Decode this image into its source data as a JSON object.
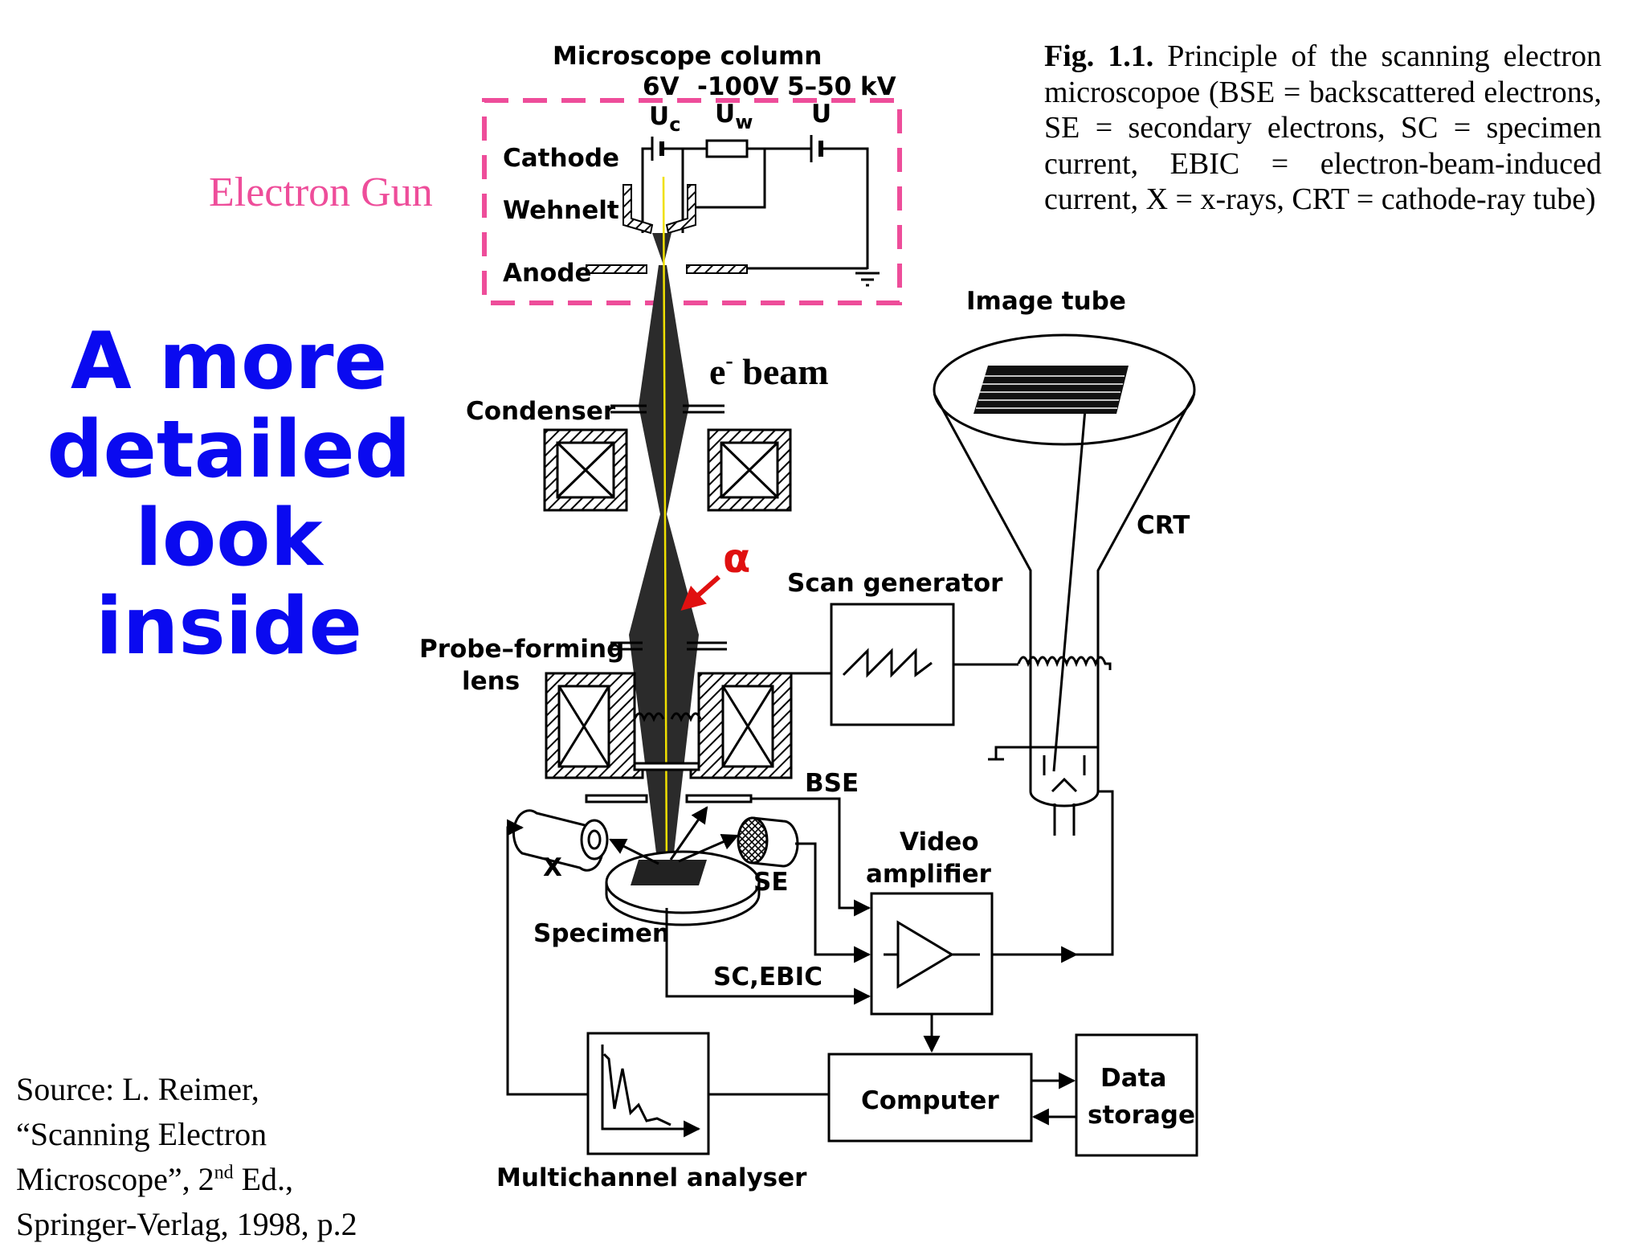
{
  "headline": {
    "line1": "A more",
    "line2": "detailed",
    "line3": "look",
    "line4": "inside"
  },
  "electron_gun_label": "Electron Gun",
  "caption": {
    "fig_label": "Fig.  1.1.",
    "text": "Principle of the scanning electron microscopoe (BSE = backscattered electrons, SE = secondary electrons, SC = specimen current, EBIC = electron-beam-induced current, X = x-rays, CRT = cathode-ray tube)"
  },
  "source": {
    "line1": "Source: L. Reimer,",
    "line2": "“Scanning Electron",
    "line3_pre": "Microscope”, 2",
    "line3_sup": "nd",
    "line3_post": " Ed.,",
    "line4": "Springer-Verlag, 1998, p.2"
  },
  "diagram": {
    "microscope_column": "Microscope column",
    "voltage_6v": "6V",
    "voltage_100v": "-100V",
    "voltage_kv": "5–50 kV",
    "uc": "U",
    "uc_sub": "c",
    "uw": "U",
    "uw_sub": "w",
    "u": "U",
    "cathode": "Cathode",
    "wehnelt": "Wehnelt",
    "anode": "Anode",
    "e_beam_e": "e",
    "e_beam_sup": "-",
    "e_beam_rest": " beam",
    "condenser": "Condenser",
    "alpha": "α",
    "probe_forming": "Probe–forming",
    "lens": "lens",
    "scan_generator": "Scan generator",
    "image_tube": "Image tube",
    "crt": "CRT",
    "bse": "BSE",
    "video": "Video",
    "amplifier": "amplifier",
    "x": "X",
    "se": "SE",
    "specimen": "Specimen",
    "sc_ebic": "SC,EBIC",
    "computer": "Computer",
    "data": "Data",
    "storage": "storage",
    "multichannel_analyser": "Multichannel analyser"
  },
  "colors": {
    "headline": "#0a0af0",
    "electron_gun": "#ee4d9a",
    "alpha_arrow": "#e01010",
    "beam_axis": "#f0e000"
  }
}
